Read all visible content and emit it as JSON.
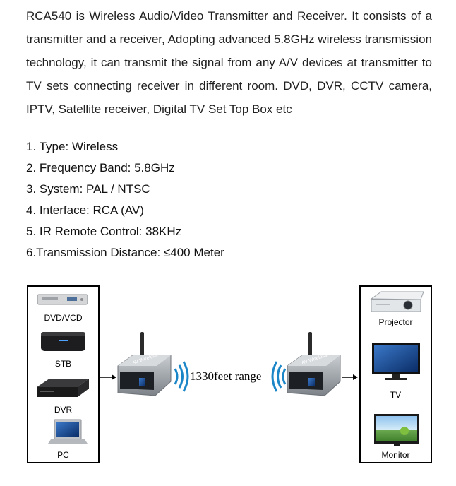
{
  "intro": {
    "paragraph": "RCA540 is Wireless Audio/Video Transmitter and Receiver. It consists of a transmitter and a receiver, Adopting advanced 5.8GHz wireless transmission technology, it can transmit the signal from any A/V devices at transmitter to TV sets connecting receiver in different room. DVD, DVR, CCTV camera, IPTV, Satellite receiver, Digital TV Set Top Box etc"
  },
  "specs": [
    "1. Type: Wireless",
    "2. Frequency Band: 5.8GHz",
    "3. System: PAL / NTSC",
    "4. Interface: RCA (AV)",
    "5. IR Remote Control: 38KHz",
    "6.Transmission Distance: ≤400 Meter"
  ],
  "diagram": {
    "sources": [
      "DVD/VCD",
      "STB",
      "DVR",
      "PC"
    ],
    "outputs": [
      "Projector",
      "TV",
      "Monitor"
    ],
    "range_label": "1330feet range",
    "device_brand": "AV Wireless",
    "colors": {
      "device_body": "#9aa0a6",
      "wave": "#1a86c8",
      "border": "#000000"
    }
  }
}
